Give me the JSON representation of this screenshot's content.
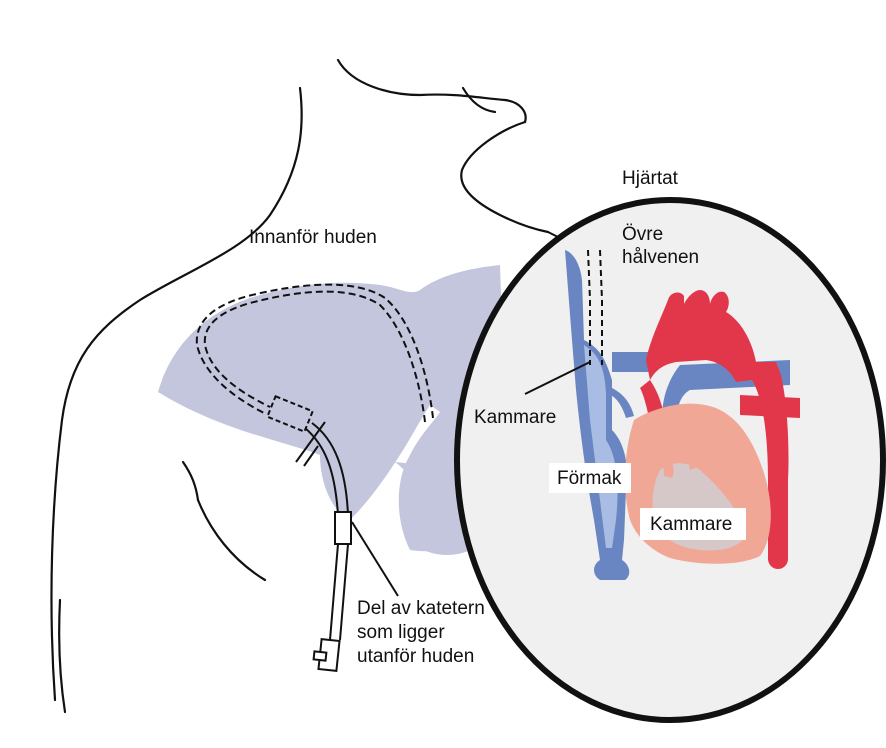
{
  "labels": {
    "heart": "Hjärtat",
    "inside_skin": "Innanför huden",
    "upper_vena_cava_line1": "Övre",
    "upper_vena_cava_line2": "hålvenen",
    "chamber_left": "Kammare",
    "atrium": "Förmak",
    "ventricle": "Kammare",
    "outside_line1": "Del av katetern",
    "outside_line2": "som ligger",
    "outside_line3": "utanför huden"
  },
  "colors": {
    "vein_blue": "#6a86c2",
    "vein_blue_light": "#a9bde4",
    "artery_red": "#e2374a",
    "heart_tissue": "#f0a796",
    "ventricle_inner": "#d6c7c8",
    "lung_shadow": "#c3c6dc",
    "circle_fill": "#f0f0f0",
    "outline": "#111111"
  }
}
